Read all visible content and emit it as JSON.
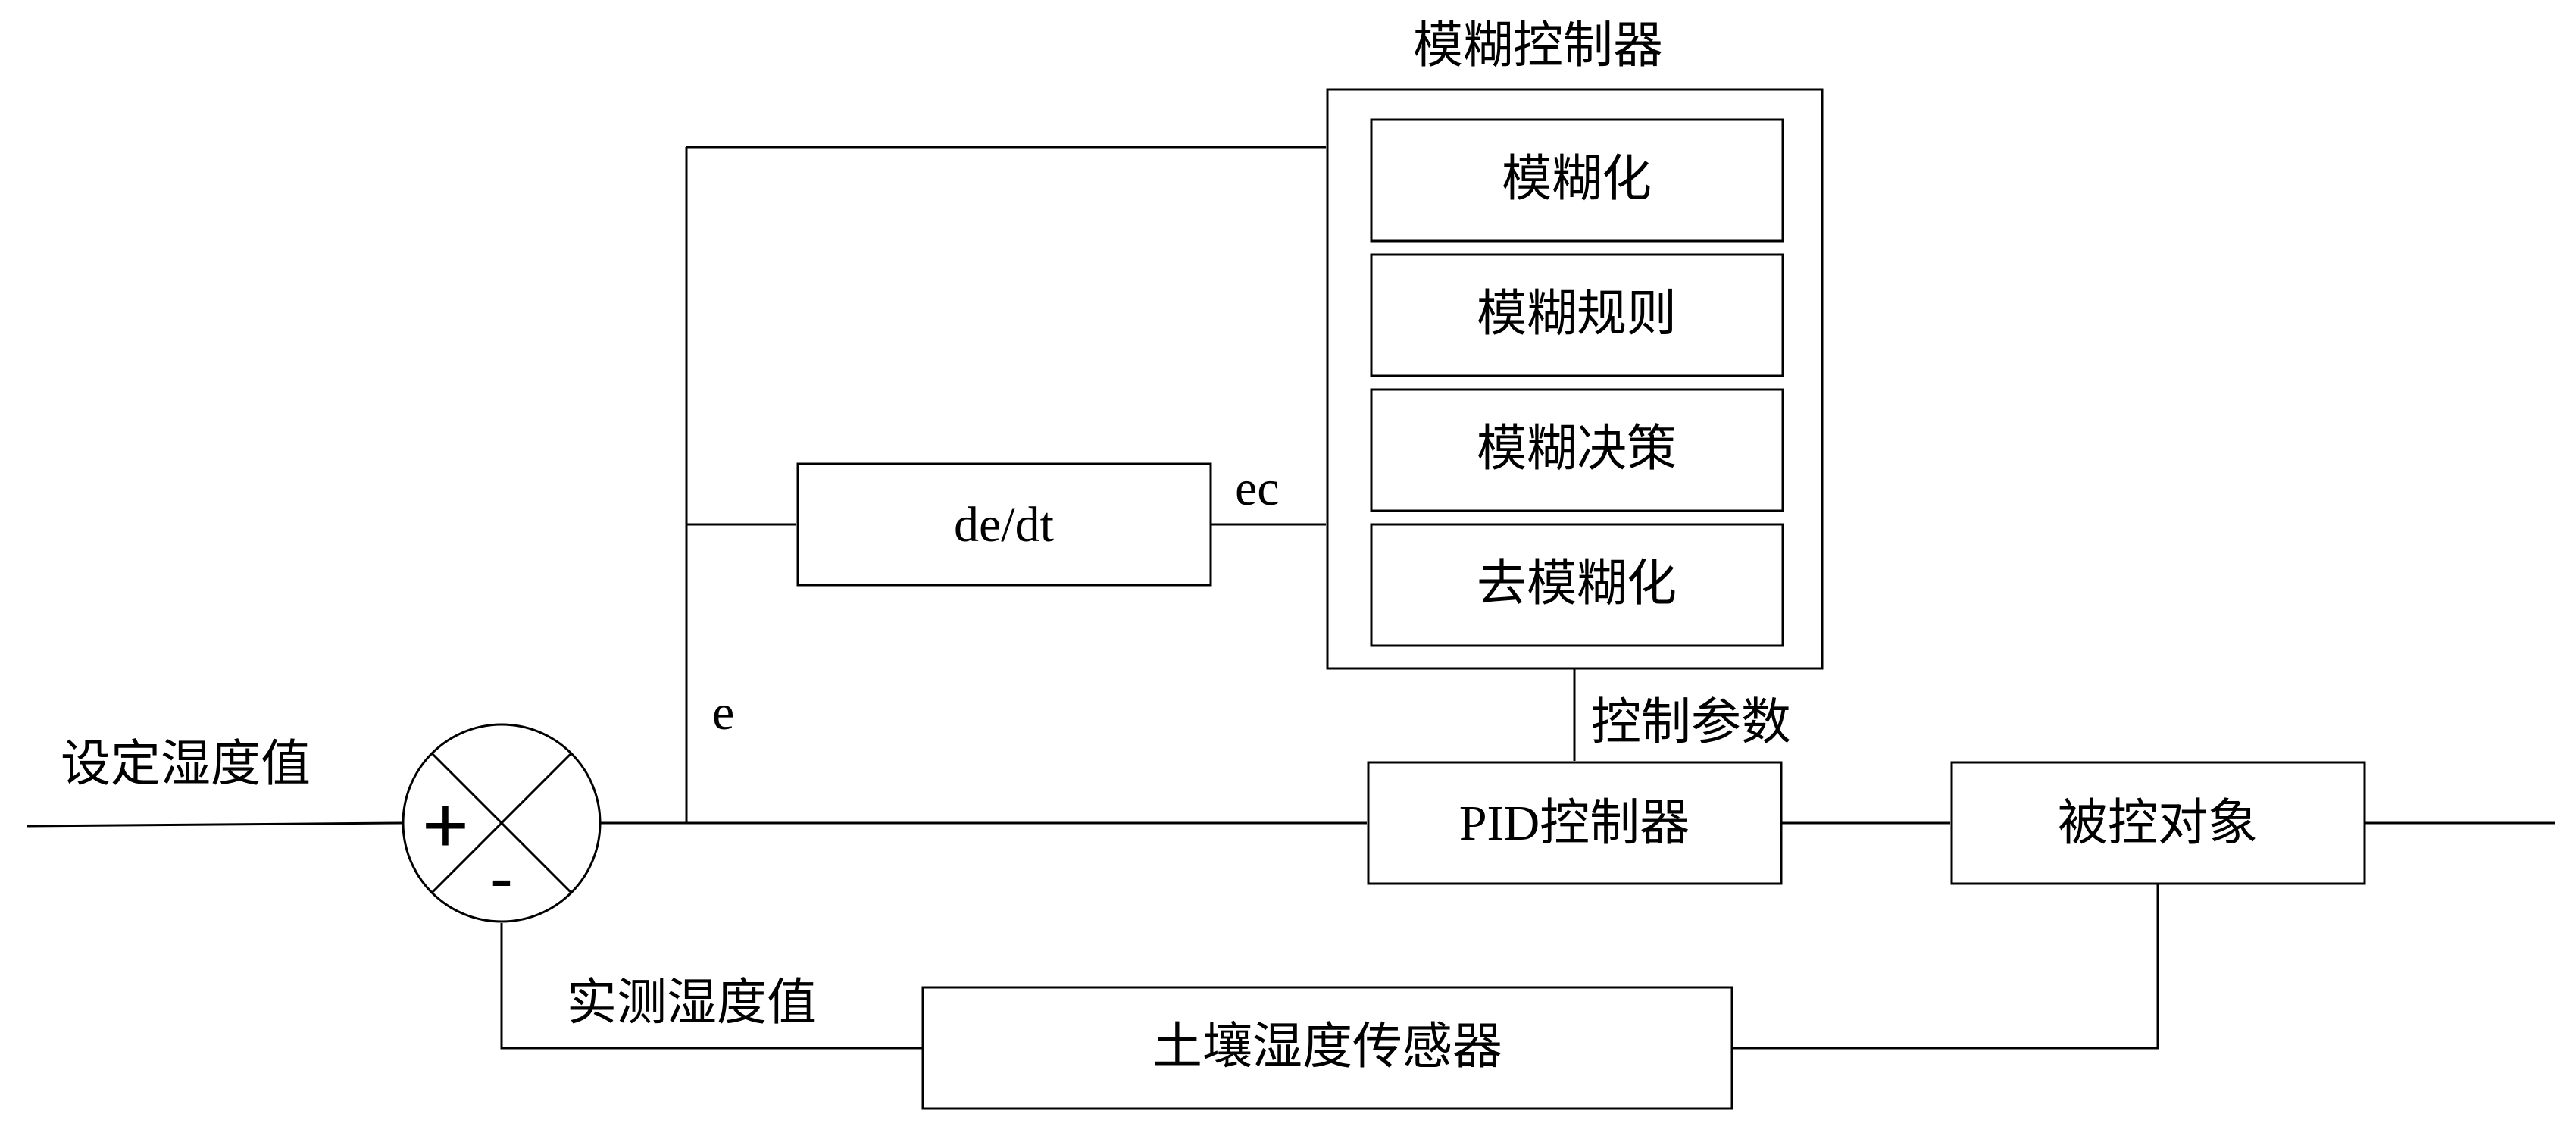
{
  "fuzzy_controller": {
    "title": "模糊控制器",
    "stages": [
      "模糊化",
      "模糊规则",
      "模糊决策",
      "去模糊化"
    ]
  },
  "blocks": {
    "derivative": "de/dt",
    "pid": "PID控制器",
    "plant": "被控对象",
    "sensor": "土壤湿度传感器"
  },
  "signals": {
    "setpoint": "设定湿度值",
    "measured": "实测湿度值",
    "error": "e",
    "error_rate": "ec",
    "control_params": "控制参数"
  },
  "summing_junction": {
    "plus": "+",
    "minus": "-"
  }
}
